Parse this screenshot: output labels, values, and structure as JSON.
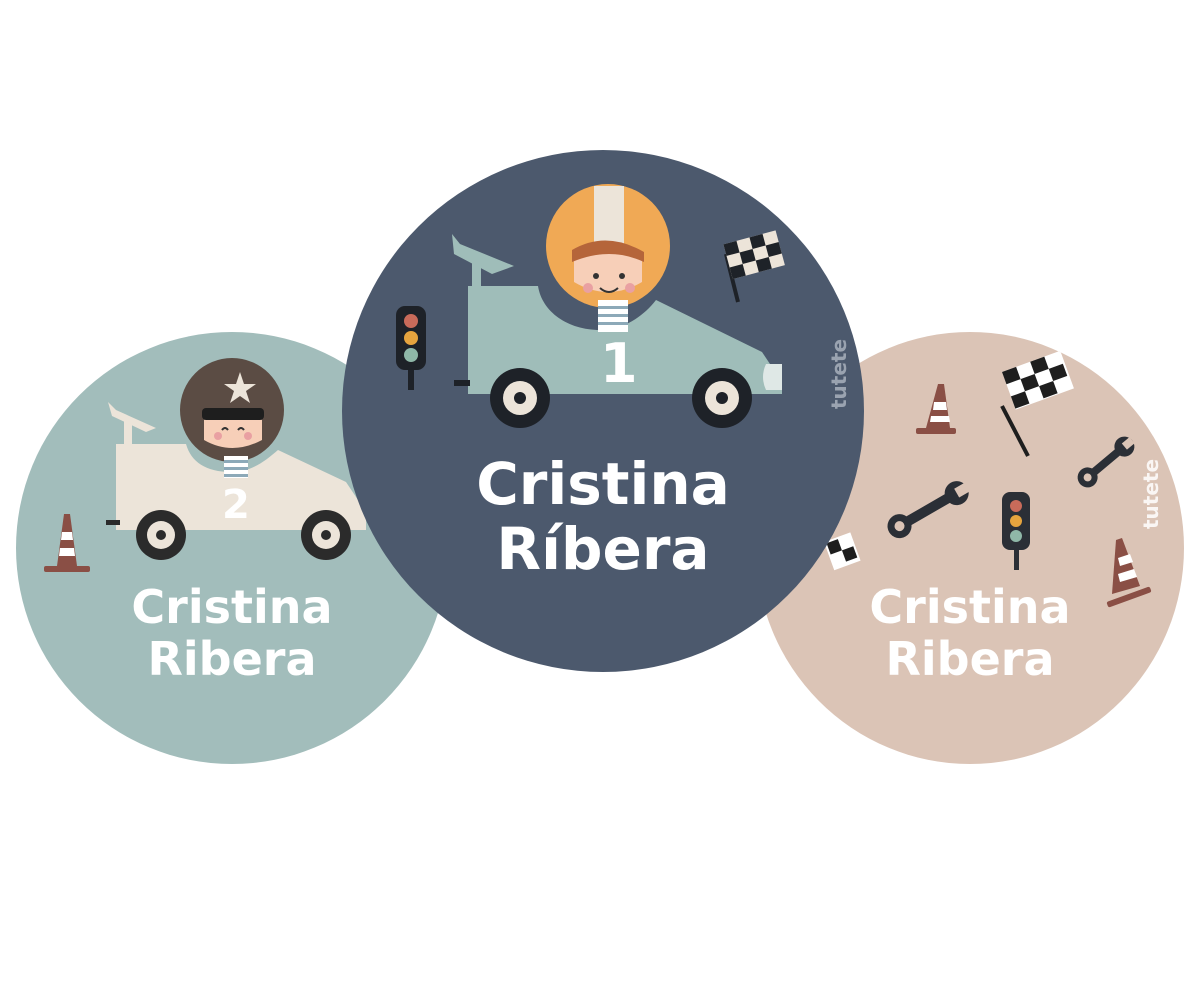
{
  "brand": "tutete",
  "colors": {
    "sticker_left_bg": "#a2bdbb",
    "sticker_center_bg": "#4c596d",
    "sticker_right_bg": "#dbc4b6",
    "cone": "#8a4f45",
    "helmet_orange": "#f0a955",
    "helmet_brown": "#5b4c44",
    "car_mint": "#9fbdb9",
    "car_cream": "#ece4d9"
  },
  "stickers": {
    "left": {
      "name_line1": "Cristina",
      "name_line2": "Ribera",
      "car_number": "2",
      "icons": [
        "traffic-cone-icon",
        "race-car-icon",
        "star-helmet-icon"
      ]
    },
    "center": {
      "name_line1": "Cristina",
      "name_line2": "Ríbera",
      "car_number": "1",
      "icons": [
        "traffic-light-icon",
        "race-car-icon",
        "checkered-flag-icon"
      ]
    },
    "right": {
      "name_line1": "Cristina",
      "name_line2": "Ribera",
      "icons": [
        "traffic-cone-icon",
        "checkered-flag-icon",
        "wrench-icon",
        "traffic-light-icon"
      ]
    }
  }
}
